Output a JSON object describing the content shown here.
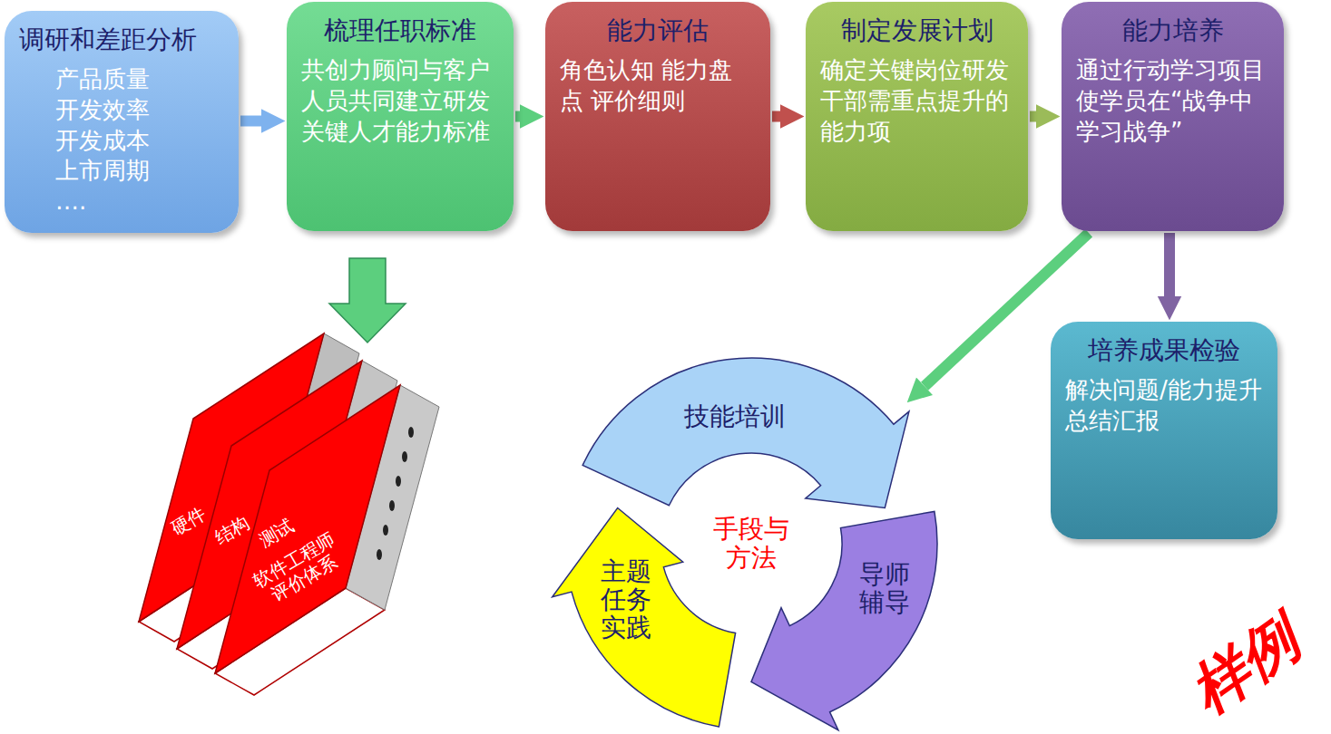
{
  "diagram": {
    "nodes": [
      {
        "text": [
          "调研和差距分析",
          "产品质量 开发效率 开发成本 上市周期 …."
        ]
      },
      {
        "text": [
          "梳理任职标准",
          "共创力顾问与客户人员共同建立研发关键人才能力标准"
        ]
      },
      {
        "text": [
          "能力评估",
          "角色认知 能力盘点 评价细则"
        ]
      },
      {
        "text": [
          "制定发展计划",
          "确定关键岗位研发干部需重点提升的能力项"
        ]
      },
      {
        "text": [
          "能力培养",
          "通过行动学习项目使学员在“战争中学习战争”"
        ]
      },
      {
        "text": [
          "培养成果检验",
          "解决问题/能力提升总结汇报"
        ]
      },
      {
        "text": [
          "技能培训"
        ]
      },
      {
        "text": [
          "导师辅导"
        ]
      },
      {
        "text": [
          "主题任务实践"
        ]
      }
    ],
    "edges": [
      {
        "from": 0,
        "to": 1,
        "arrow": "to"
      },
      {
        "from": 1,
        "to": 2,
        "arrow": "to"
      },
      {
        "from": 2,
        "to": 3,
        "arrow": "to"
      },
      {
        "from": 3,
        "to": 4,
        "arrow": "to"
      },
      {
        "from": 4,
        "to": 5,
        "arrow": "to"
      },
      {
        "from": 4,
        "to": 6,
        "arrow": "to"
      }
    ],
    "labels": [
      "手段与方法",
      "硬件",
      "结构",
      "测试",
      "软件工程师评价体系",
      "样例"
    ]
  }
}
